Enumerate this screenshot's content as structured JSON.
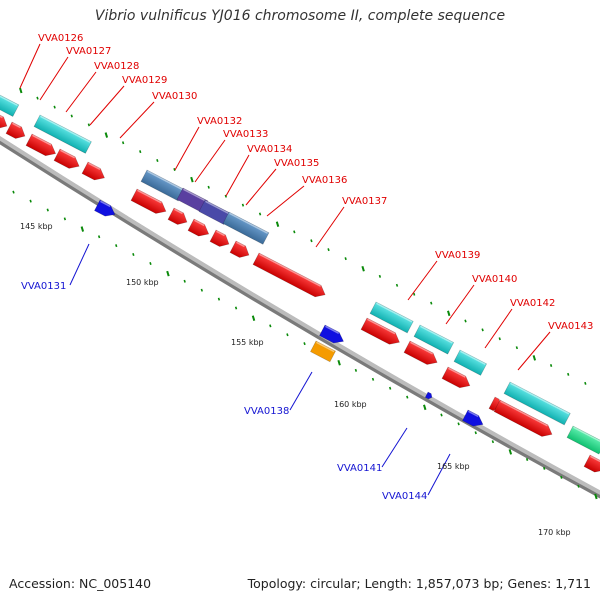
{
  "title": "Vibrio vulnificus YJ016 chromosome II, complete sequence",
  "footer": {
    "accession": "Accession: NC_005140",
    "summary": "Topology: circular; Length: 1,857,073 bp; Genes: 1,711"
  },
  "colors": {
    "backbone": "#9a9a9a",
    "forward_cds": "#e00000",
    "cyan": "#20c8c8",
    "steelblue": "#4a7fb0",
    "purple": "#5a3fa0",
    "green": "#20d890",
    "blue": "#1010e0",
    "orange": "#f59b00",
    "tick": "#0a8a0a",
    "red_label": "#e00000",
    "blue_label": "#1414d2"
  },
  "kbp_labels": [
    "145 kbp",
    "150 kbp",
    "155 kbp",
    "160 kbp",
    "165 kbp",
    "170 kbp"
  ],
  "red_genes": [
    "VVA0126",
    "VVA0127",
    "VVA0128",
    "VVA0129",
    "VVA0130",
    "VVA0132",
    "VVA0133",
    "VVA0134",
    "VVA0135",
    "VVA0136",
    "VVA0137",
    "VVA0139",
    "VVA0140",
    "VVA0142",
    "VVA0143"
  ],
  "blue_genes": [
    "VVA0131",
    "VVA0138",
    "VVA0141",
    "VVA0144"
  ]
}
